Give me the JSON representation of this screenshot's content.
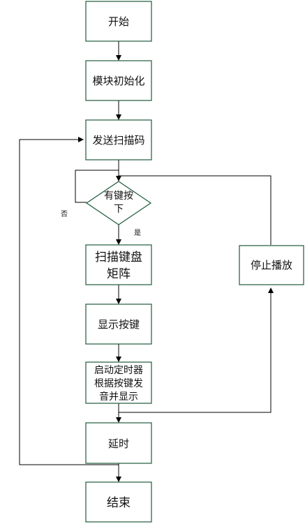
{
  "nodes": {
    "start": {
      "lines": [
        "开始"
      ]
    },
    "init": {
      "lines": [
        "模块初始化"
      ]
    },
    "send_scan": {
      "lines": [
        "发送扫描码"
      ]
    },
    "key_pressed": {
      "lines": [
        "有键按",
        "下"
      ]
    },
    "scan_matrix": {
      "lines": [
        "扫描键盘",
        "矩阵"
      ]
    },
    "display_key": {
      "lines": [
        "显示按键"
      ]
    },
    "timer_sound": {
      "lines": [
        "启动定时器",
        "根据按键发",
        "音并显示"
      ]
    },
    "delay": {
      "lines": [
        "延时"
      ]
    },
    "stop_play": {
      "lines": [
        "停止播放"
      ]
    },
    "end": {
      "lines": [
        "结束"
      ]
    }
  },
  "labels": {
    "no": "否",
    "yes": "是"
  }
}
